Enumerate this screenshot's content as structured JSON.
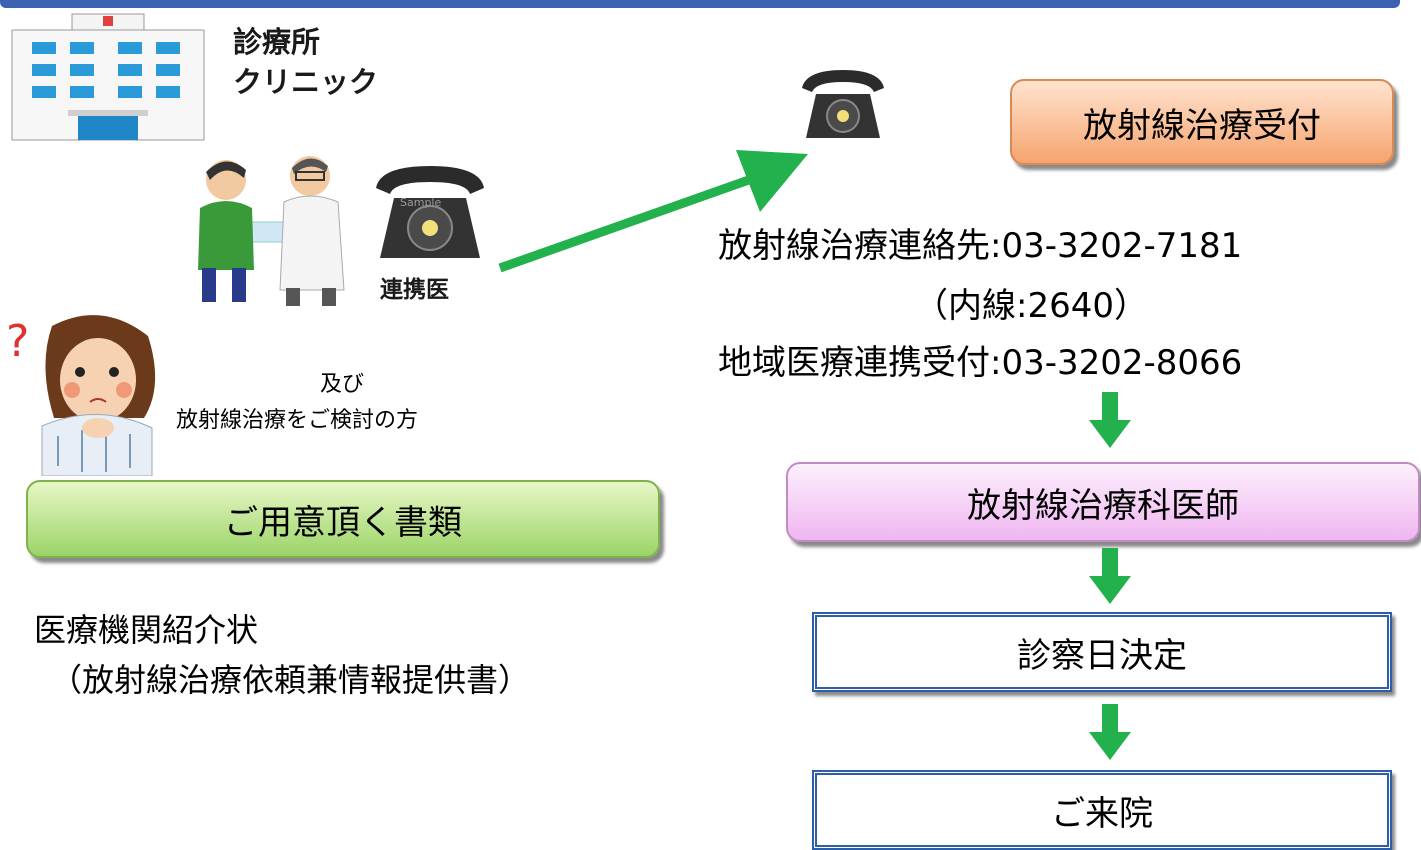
{
  "left": {
    "clinic_line1": "診療所",
    "clinic_line2": "クリニック",
    "partner_doctor": "連携医",
    "oyobi": "及び",
    "considering": "放射線治療をご検討の方",
    "docs_header": "ご用意頂く書類",
    "doc_line1": "医療機関紹介状",
    "doc_line2": "（放射線治療依頼兼情報提供書）"
  },
  "right": {
    "reception": "放射線治療受付",
    "contact_main": "放射線治療連絡先:03-3202-7181",
    "extension": "（内線:2640）",
    "regional": "地域医療連携受付:03-3202-8066",
    "doctor": "放射線治療科医師",
    "decide_date": "診察日決定",
    "visit": "ご来院"
  },
  "colors": {
    "top_bar": "#3a62b0",
    "arrow": "#22b14c",
    "green_box": "#9bd467",
    "orange_box": "#f5a46e",
    "pink_box": "#efb6f0",
    "blue_border": "#2d5fa8"
  },
  "icons": [
    "clinic-building-icon",
    "doctor-patient-icon",
    "telephone-icon",
    "worried-woman-icon",
    "question-mark-icon"
  ]
}
